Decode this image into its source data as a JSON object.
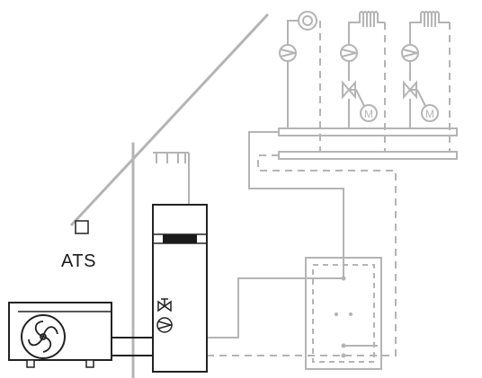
{
  "labels": {
    "ats": "ATS"
  },
  "components": {
    "outdoor_unit": "heat-pump-outdoor-unit",
    "indoor_unit": "indoor-unit",
    "buffer_tank": "buffer-tank",
    "sensor": "outdoor-temperature-sensor",
    "heating_circuits": [
      "radiant-heating-circuit",
      "radiator-circuit-1",
      "radiator-circuit-2"
    ]
  },
  "colors": {
    "active_line": "#b4b4b4",
    "dark_line": "#222222",
    "background": "#ffffff"
  }
}
